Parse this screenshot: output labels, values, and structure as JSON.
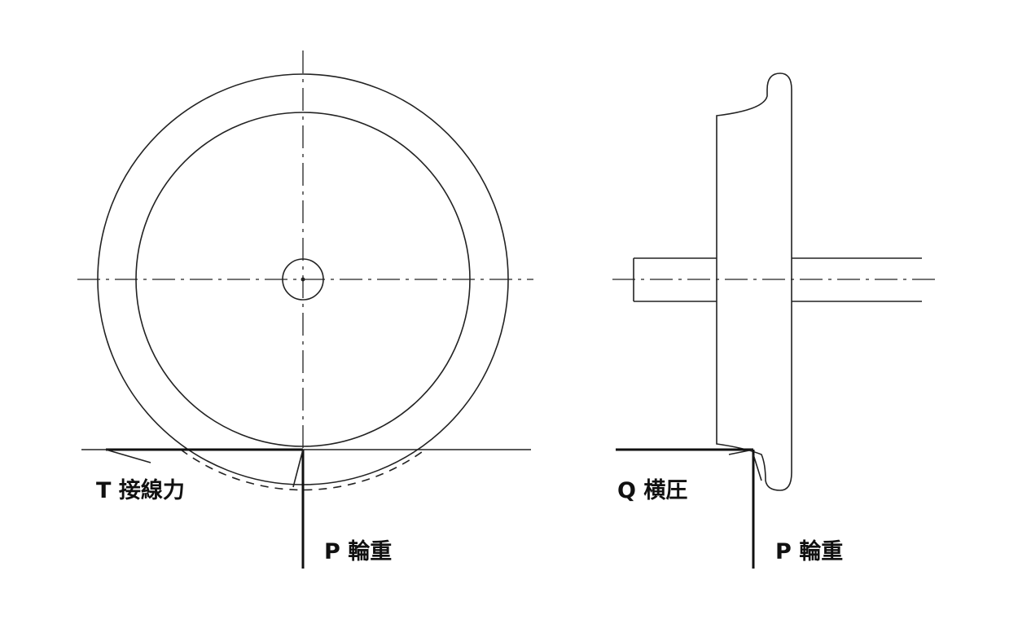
{
  "labels": {
    "tangential_force": "T 接線力",
    "wheel_load_front": "P 輪重",
    "lateral_force": "Q 横圧",
    "wheel_load_side": "P 輪重"
  }
}
